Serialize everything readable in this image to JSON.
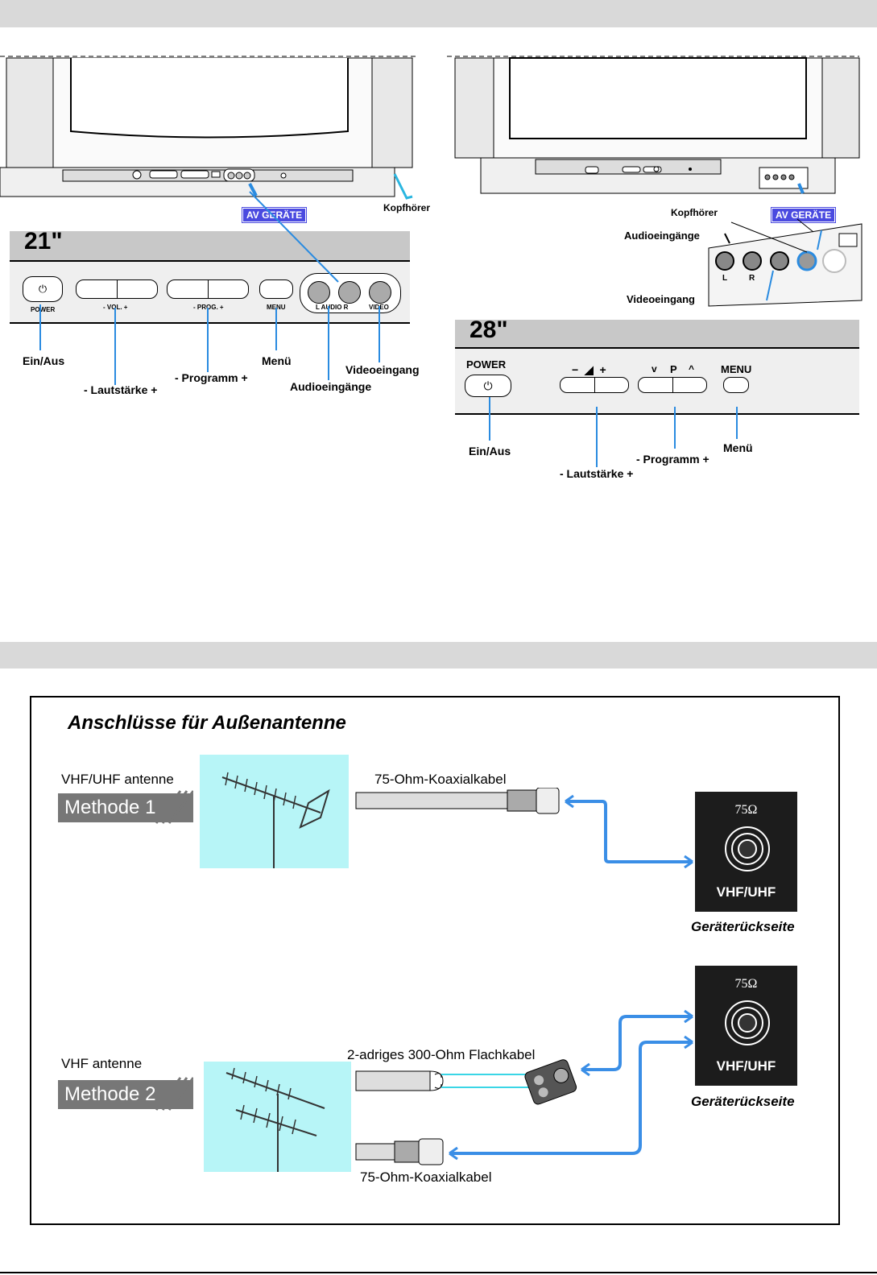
{
  "top_section": {
    "tv21": {
      "size_label": "21\"",
      "side_label": "Kopfhörer",
      "av_tag": "AV GERÄTE",
      "panel_labels": {
        "power": "POWER",
        "vol": "- VOL. +",
        "prog": "- PROG. +",
        "menu": "MENU",
        "audio": "L  AUDIO  R",
        "video": "VIDEO"
      },
      "callouts": {
        "power": "Ein/Aus",
        "volume": "- Lautstärke +",
        "program": "- Programm +",
        "menu": "Menü",
        "audio_in": "Audioeingänge",
        "video_in": "Videoeingang"
      }
    },
    "tv28": {
      "size_label": "28\"",
      "av_tag": "AV GERÄTE",
      "side_callouts": {
        "headphones": "Kopfhörer",
        "audio_in": "Audioeingänge",
        "video_in": "Videoeingang"
      },
      "jack_letters": [
        "L",
        "R"
      ],
      "panel_labels": {
        "power": "POWER",
        "p": "P",
        "menu": "MENU"
      },
      "callouts": {
        "power": "Ein/Aus",
        "volume": "- Lautstärke +",
        "program": "- Programm +",
        "menu": "Menü"
      }
    }
  },
  "antenna_section": {
    "title": "Anschlüsse für Außenantenne",
    "method1": {
      "antenna_label": "VHF/UHF antenne",
      "method_label": "Methode 1",
      "cable_label": "75-Ohm-Koaxialkabel",
      "jack_ohm": "75Ω",
      "jack_label": "VHF/UHF",
      "caption": "Geräterückseite"
    },
    "method2": {
      "antenna_label": "VHF antenne",
      "method_label": "Methode 2",
      "flat_cable_label": "2-adriges 300-Ohm Flachkabel",
      "coax_label": "75-Ohm-Koaxialkabel",
      "jack_ohm": "75Ω",
      "jack_label": "VHF/UHF",
      "caption": "Geräterückseite"
    }
  },
  "colors": {
    "band": "#d9d9d9",
    "accent_blue": "#3a8ee6",
    "tag_blue": "#4a4ae0",
    "sky": "#b7f5f7"
  }
}
